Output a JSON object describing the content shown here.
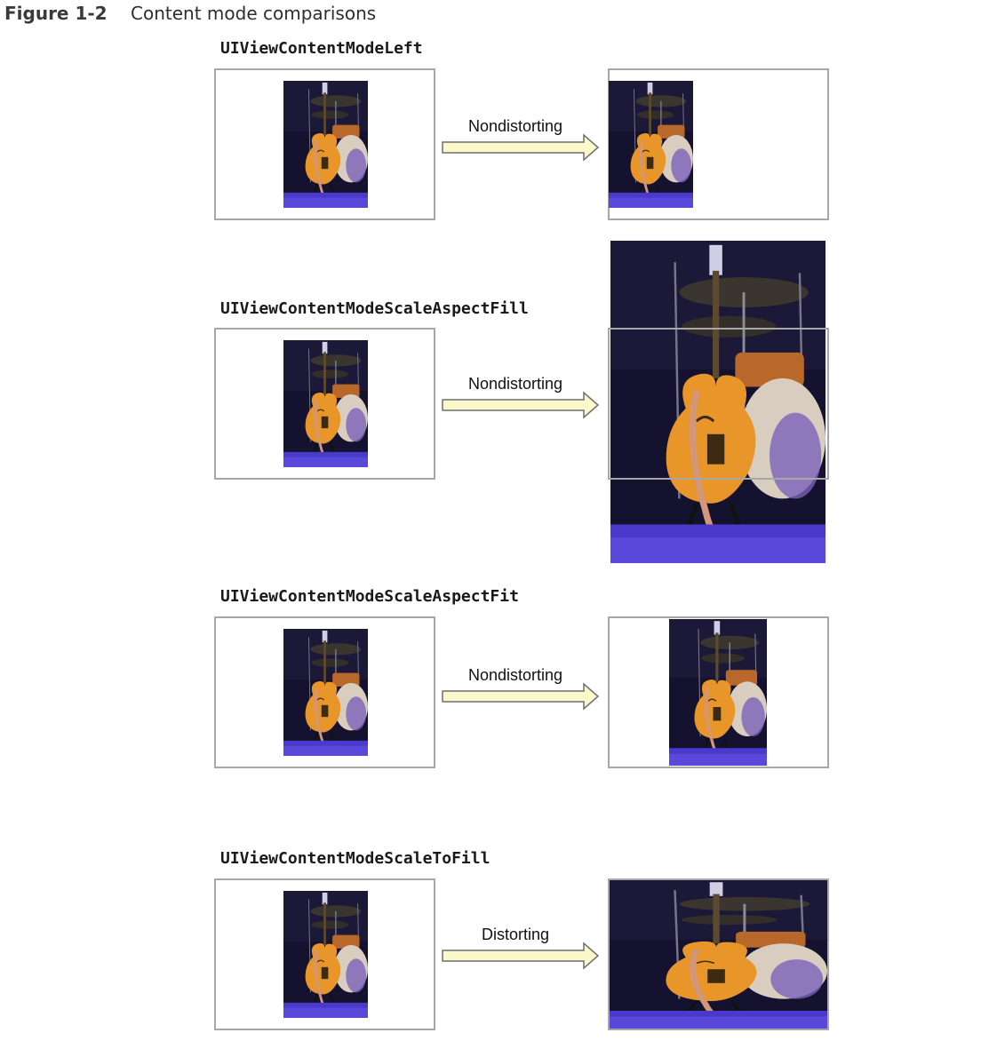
{
  "figure": {
    "number": "Figure 1-2",
    "title": "Content mode comparisons"
  },
  "rows": [
    {
      "mode": "UIViewContentModeLeft",
      "transform": "Nondistorting"
    },
    {
      "mode": "UIViewContentModeScaleAspectFill",
      "transform": "Nondistorting"
    },
    {
      "mode": "UIViewContentModeScaleAspectFit",
      "transform": "Nondistorting"
    },
    {
      "mode": "UIViewContentModeScaleToFill",
      "transform": "Distorting"
    }
  ],
  "colors": {
    "frame_border": "#a7a7a7",
    "arrow_fill": "#fbf8cc",
    "arrow_stroke": "#6e6e6e",
    "photo_background": "#14122e",
    "photo_floor": "#4a3acb",
    "guitar_body": "#e8952a"
  }
}
